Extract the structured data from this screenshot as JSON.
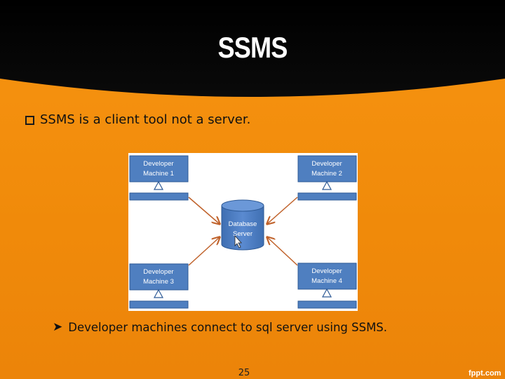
{
  "slide": {
    "title": "SSMS",
    "bullet": "SSMS is a client tool not a server.",
    "sub_bullet": "Developer machines connect to sql server using SSMS.",
    "page_number": "25",
    "brand": "fppt.com"
  },
  "diagram": {
    "machines": [
      {
        "line1": "Developer",
        "line2": "Machine 1"
      },
      {
        "line1": "Developer",
        "line2": "Machine 2"
      },
      {
        "line1": "Developer",
        "line2": "Machine 3"
      },
      {
        "line1": "Developer",
        "line2": "Machine 4"
      }
    ],
    "server": {
      "line1": "Database",
      "line2": "Server"
    }
  },
  "colors": {
    "background": "#f28a0c",
    "header": "#000000",
    "box_fill": "#4f7fc0",
    "box_border": "#2e5a96",
    "arrow": "#c0622b"
  }
}
